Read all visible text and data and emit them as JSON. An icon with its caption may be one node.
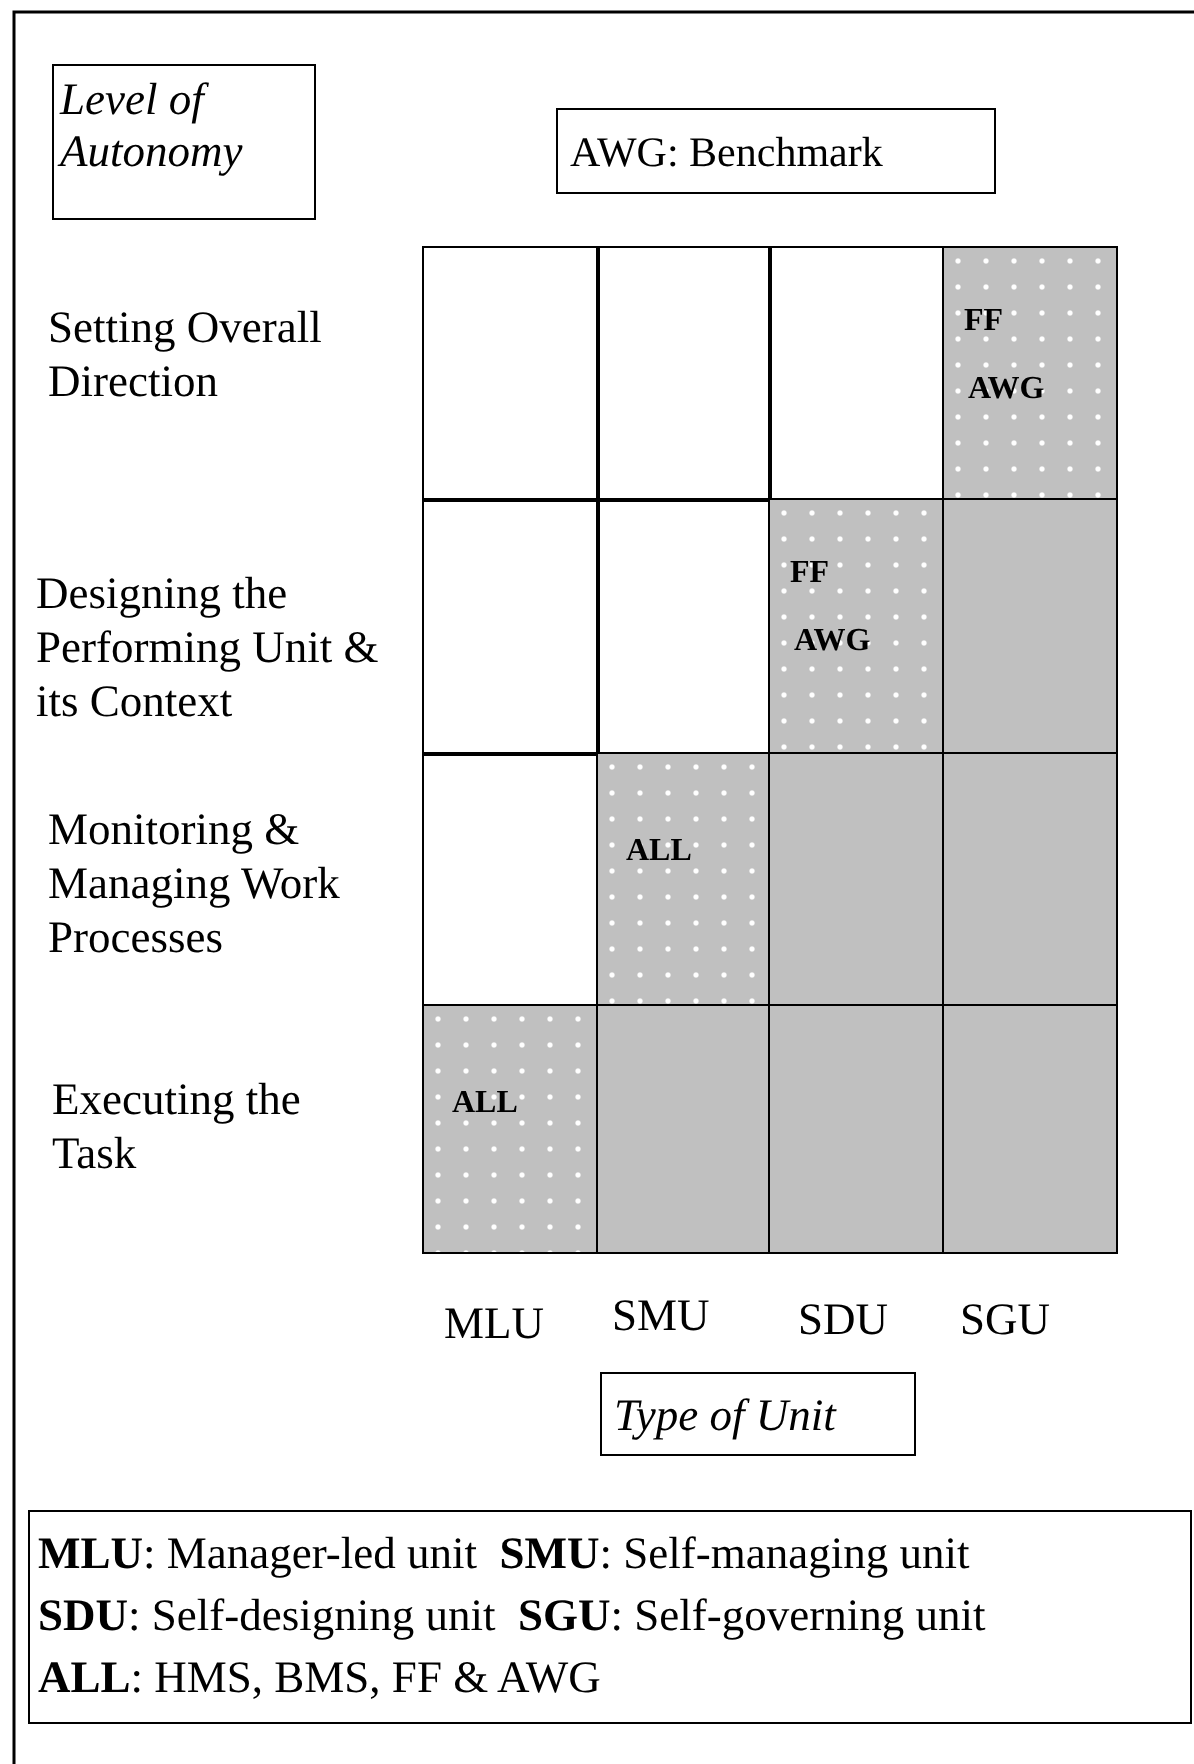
{
  "diagram": {
    "nodes": [
      {
        "text": [
          "Level of Autonomy"
        ]
      },
      {
        "text": [
          "AWG: Benchmark"
        ]
      },
      {
        "text": [],
        "shape": "box"
      },
      {
        "text": [],
        "shape": "box"
      },
      {
        "text": [],
        "shape": "box"
      },
      {
        "text": [
          "FF",
          "AWG"
        ]
      },
      {
        "text": [],
        "shape": "box"
      },
      {
        "text": [],
        "shape": "box"
      },
      {
        "text": [
          "FF",
          "AWG"
        ]
      },
      {
        "text": [],
        "shape": "box"
      },
      {
        "text": [],
        "shape": "box"
      },
      {
        "text": [
          "ALL"
        ]
      },
      {
        "text": [],
        "shape": "box"
      },
      {
        "text": [],
        "shape": "box"
      },
      {
        "text": [
          "ALL"
        ]
      },
      {
        "text": [],
        "shape": "box"
      },
      {
        "text": [],
        "shape": "box"
      },
      {
        "text": [],
        "shape": "box"
      },
      {
        "text": [
          "Type of Unit"
        ]
      },
      {
        "text": [
          "**MLU**: Manager-led unit  **SMU**: Self-managing unit",
          "**SDU**: Self-designing unit  **SGU**: Self-governing unit",
          "**ALL**: HMS, BMS, FF & AWG"
        ]
      }
    ],
    "labels": [
      "Setting Overall Direction",
      "Designing the Performing Unit & its Context",
      "Monitoring & Managing Work Processes",
      "Executing the Task",
      "MLU",
      "SMU",
      "SDU",
      "SGU"
    ]
  }
}
